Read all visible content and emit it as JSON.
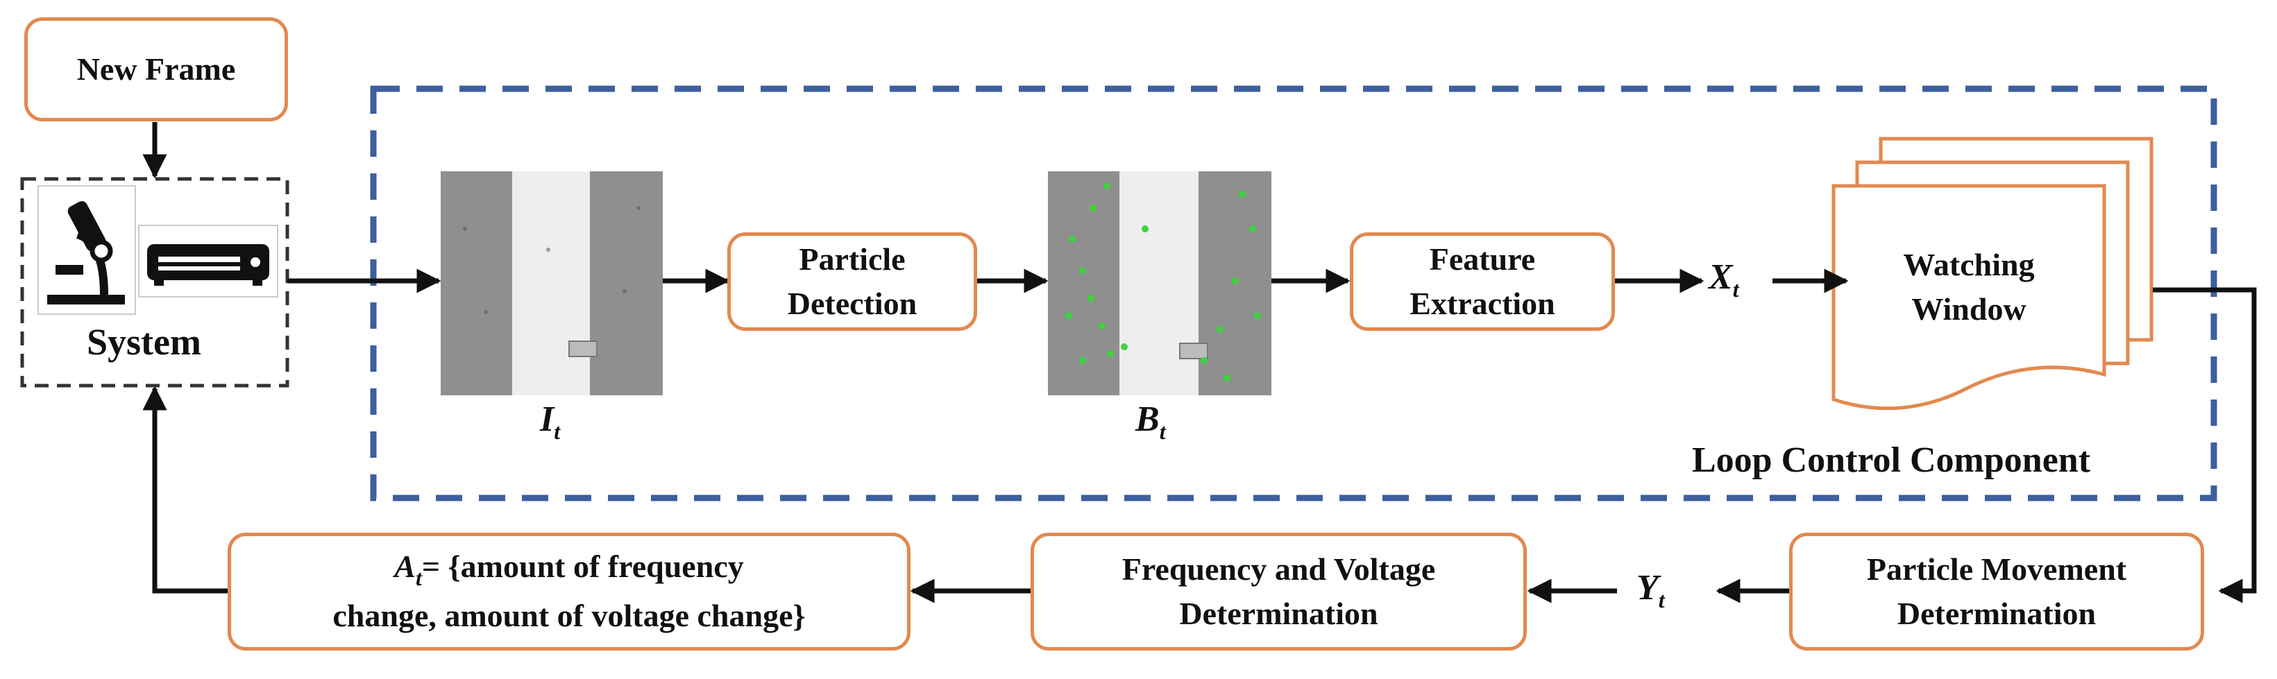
{
  "new_frame": "New Frame",
  "system": {
    "label": "System"
  },
  "loop": {
    "label": "Loop Control Component"
  },
  "steps": {
    "particle_detection": [
      "Particle",
      "Detection"
    ],
    "feature_extraction": [
      "Feature",
      "Extraction"
    ],
    "watching_window": [
      "Watching",
      "Window"
    ],
    "particle_movement": [
      "Particle Movement",
      "Determination"
    ],
    "freq_voltage": [
      "Frequency and Voltage",
      "Determination"
    ],
    "action": [
      "= {amount of frequency",
      "change, amount of voltage change}"
    ]
  },
  "symbols": {
    "I": {
      "base": "I",
      "sub": "t"
    },
    "B": {
      "base": "B",
      "sub": "t"
    },
    "X": {
      "base": "X",
      "sub": "t"
    },
    "Y": {
      "base": "Y",
      "sub": "t"
    },
    "A": {
      "base": "A",
      "sub": "t"
    }
  },
  "colors": {
    "box_border": "#e2894f",
    "loop_border": "#3d5f9e",
    "particle_dot": "#3fd23f",
    "arrow": "#111111"
  }
}
